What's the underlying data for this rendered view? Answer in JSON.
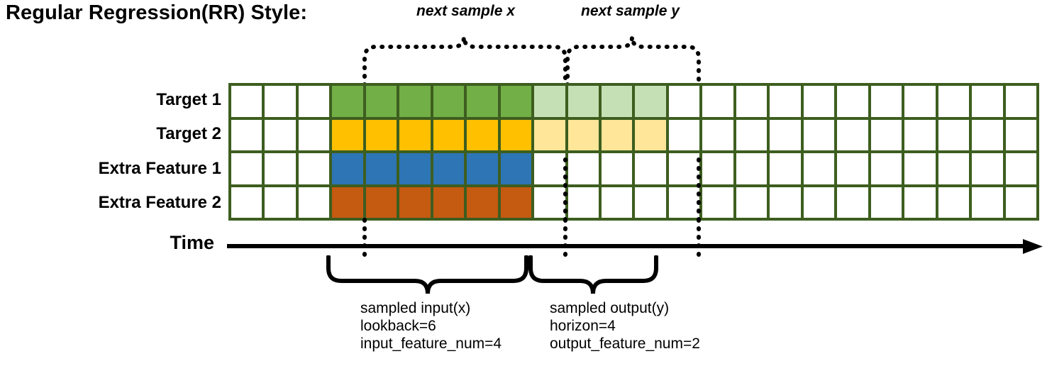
{
  "title": "Regular Regression(RR) Style:",
  "rows": [
    {
      "label": "Target 1",
      "key": "target-1"
    },
    {
      "label": "Target 2",
      "key": "target-2"
    },
    {
      "label": "Extra Feature 1",
      "key": "extra-feature-1"
    },
    {
      "label": "Extra Feature 2",
      "key": "extra-feature-2"
    }
  ],
  "grid": {
    "columns": 24,
    "rows": 4,
    "padding_cols_left": 3,
    "input_cols": 6,
    "output_cols": 4,
    "trailing_cols": 11,
    "cell_map": [
      [
        "white",
        "white",
        "white",
        "green",
        "green",
        "green",
        "green",
        "green",
        "green",
        "green-l",
        "green-l",
        "green-l",
        "green-l",
        "white",
        "white",
        "white",
        "white",
        "white",
        "white",
        "white",
        "white",
        "white",
        "white",
        "white"
      ],
      [
        "white",
        "white",
        "white",
        "yellow",
        "yellow",
        "yellow",
        "yellow",
        "yellow",
        "yellow",
        "yellow-l",
        "yellow-l",
        "yellow-l",
        "yellow-l",
        "white",
        "white",
        "white",
        "white",
        "white",
        "white",
        "white",
        "white",
        "white",
        "white",
        "white"
      ],
      [
        "white",
        "white",
        "white",
        "blue",
        "blue",
        "blue",
        "blue",
        "blue",
        "blue",
        "white",
        "white",
        "white",
        "white",
        "white",
        "white",
        "white",
        "white",
        "white",
        "white",
        "white",
        "white",
        "white",
        "white",
        "white"
      ],
      [
        "white",
        "white",
        "white",
        "orange",
        "orange",
        "orange",
        "orange",
        "orange",
        "orange",
        "white",
        "white",
        "white",
        "white",
        "white",
        "white",
        "white",
        "white",
        "white",
        "white",
        "white",
        "white",
        "white",
        "white",
        "white"
      ]
    ]
  },
  "colors": {
    "grid_border": "#3d5e1f",
    "green": "#72af47",
    "green_light": "#c5e0b4",
    "yellow": "#ffc000",
    "yellow_light": "#ffe699",
    "blue": "#2e75b6",
    "orange": "#c55a11",
    "cell_empty": "#ffffff",
    "line": "#000000"
  },
  "top_annotations": [
    {
      "key": "next-sample-x",
      "label": "next sample x"
    },
    {
      "key": "next-sample-y",
      "label": "next sample y"
    }
  ],
  "time_axis": {
    "label": "Time",
    "arrow_icon": "right-arrow-icon"
  },
  "bottom_annotations": {
    "input": {
      "key": "sampled-input",
      "line1": "sampled input(x)",
      "line2": "lookback=6",
      "line3": "input_feature_num=4"
    },
    "output": {
      "key": "sampled-output",
      "line1": "sampled output(y)",
      "line2": "horizon=4",
      "line3": "output_feature_num=2"
    }
  }
}
